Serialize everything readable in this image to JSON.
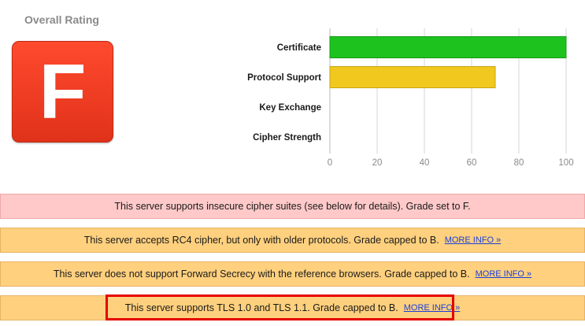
{
  "overall": {
    "title": "Overall Rating",
    "grade": "F"
  },
  "chart_data": {
    "type": "bar",
    "orientation": "horizontal",
    "categories": [
      "Certificate",
      "Protocol Support",
      "Key Exchange",
      "Cipher Strength"
    ],
    "values": [
      100,
      70,
      0,
      0
    ],
    "colors": [
      "#1ec21e",
      "#f0c81e",
      "#cccccc",
      "#cccccc"
    ],
    "xlim": [
      0,
      100
    ],
    "xticks": [
      0,
      20,
      40,
      60,
      80,
      100
    ],
    "grid": true
  },
  "notices": [
    {
      "text": "This server supports insecure cipher suites (see below for details). Grade set to F.",
      "link": "",
      "color": "#ffc9c9"
    },
    {
      "text": "This server accepts RC4 cipher, but only with older protocols. Grade capped to B.",
      "link": "MORE INFO »",
      "color": "#ffd07e"
    },
    {
      "text": "This server does not support Forward Secrecy with the reference browsers. Grade capped to B.",
      "link": "MORE INFO »",
      "color": "#ffd07e"
    },
    {
      "text": "This server supports TLS 1.0 and TLS 1.1. Grade capped to B.",
      "link": "MORE INFO »",
      "color": "#ffd07e"
    }
  ]
}
